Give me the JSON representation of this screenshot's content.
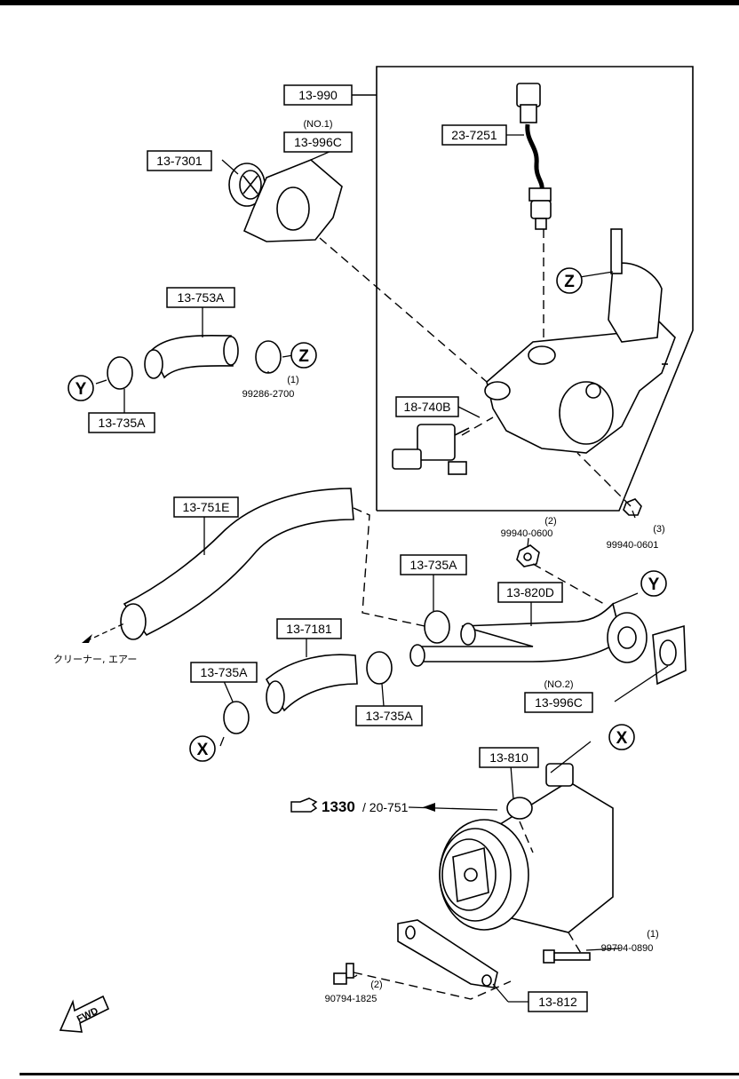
{
  "labels": {
    "assy": "13-990",
    "sensor": "23-7251",
    "gasket1_note": "(NO.1)",
    "gasket1": "13-996C",
    "cap": "13-7301",
    "hose_upper": "13-753A",
    "clamp_y": "13-735A",
    "clip_code": "99286-2700",
    "clip_qty": "(1)",
    "solenoid": "18-740B",
    "hose_long": "13-751E",
    "clamp_mid": "13-735A",
    "nut1_qty": "(2)",
    "nut1_code": "99940-0600",
    "nut2_qty": "(3)",
    "nut2_code": "99940-0601",
    "pipe": "13-820D",
    "hose_short": "13-7181",
    "clamp_left": "13-735A",
    "clamp_right": "13-735A",
    "gasket2_note": "(NO.2)",
    "gasket2": "13-996C",
    "cleaner_note": "クリーナー, エアー",
    "pump": "13-810",
    "ref_main": "1330",
    "ref_sub": "/ 20-751",
    "bolt1_qty": "(1)",
    "bolt1_code": "99794-0890",
    "bolt2_qty": "(2)",
    "bolt2_code": "90794-1825",
    "bracket": "13-812",
    "fwd": "FWD"
  },
  "callouts": {
    "x": "X",
    "y": "Y",
    "z": "Z"
  }
}
